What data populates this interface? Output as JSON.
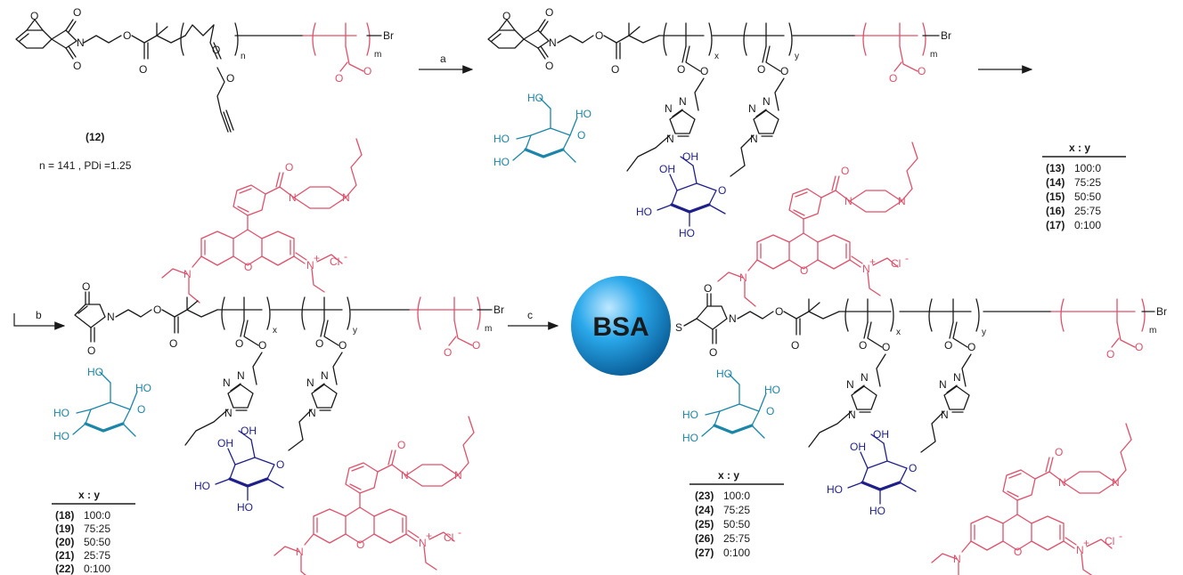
{
  "colors": {
    "polymer": "#1a1a1a",
    "rhodamine": "#e0506a",
    "mannose": "#1c86a8",
    "galactose": "#1f1f8a",
    "bsa_sphere": "#1a9be0"
  },
  "atoms": {
    "O": "O",
    "N": "N",
    "HO": "HO",
    "OH": "OH",
    "Br": "Br",
    "S": "S",
    "Cl": "Cl",
    "plus": "+",
    "minus": "-"
  },
  "indices": {
    "n": "n",
    "m": "m",
    "x": "x",
    "y": "y"
  },
  "compound_12": {
    "label": "(12)",
    "info": "n = 141   , PDi =1.25"
  },
  "steps": {
    "a": "a",
    "b": "b",
    "c": "c"
  },
  "protein": {
    "label": "BSA"
  },
  "tables": [
    {
      "header": "x : y",
      "rows": [
        {
          "id": "(13)",
          "ratio": "100:0"
        },
        {
          "id": "(14)",
          "ratio": "75:25"
        },
        {
          "id": "(15)",
          "ratio": "50:50"
        },
        {
          "id": "(16)",
          "ratio": "25:75"
        },
        {
          "id": "(17)",
          "ratio": "0:100"
        }
      ]
    },
    {
      "header": "x : y",
      "rows": [
        {
          "id": "(18)",
          "ratio": "100:0"
        },
        {
          "id": "(19)",
          "ratio": "75:25"
        },
        {
          "id": "(20)",
          "ratio": "50:50"
        },
        {
          "id": "(21)",
          "ratio": "25:75"
        },
        {
          "id": "(22)",
          "ratio": "0:100"
        }
      ]
    },
    {
      "header": "x : y",
      "rows": [
        {
          "id": "(23)",
          "ratio": "100:0"
        },
        {
          "id": "(24)",
          "ratio": "75:25"
        },
        {
          "id": "(25)",
          "ratio": "50:50"
        },
        {
          "id": "(26)",
          "ratio": "25:75"
        },
        {
          "id": "(27)",
          "ratio": "0:100"
        }
      ]
    }
  ]
}
